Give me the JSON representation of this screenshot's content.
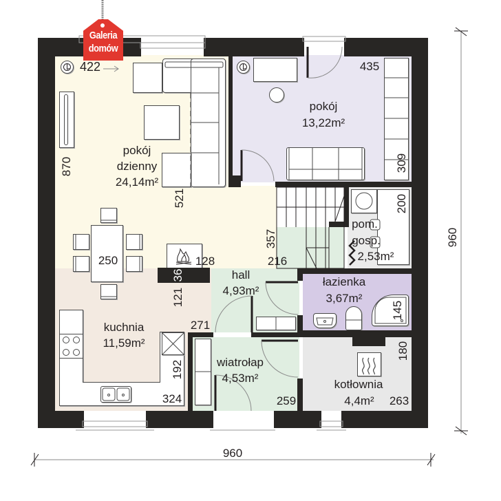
{
  "brand": {
    "line1": "Galeria",
    "line2": "domów",
    "color": "#e2382f"
  },
  "colors": {
    "wall": "#282624",
    "living_room": "#fdf9e7",
    "room": "#e9e6f2",
    "kitchen": "#f3eae1",
    "hall": "#e0eee1",
    "vestibule": "#e0eee1",
    "bathroom": "#d6cbe6",
    "boiler_room": "#e8e8e8",
    "utility_room": "#ebebeb"
  },
  "rooms": {
    "living": {
      "name_line1": "pokój",
      "name_line2": "dzienny",
      "area": "24,14m²"
    },
    "room": {
      "name": "pokój",
      "area": "13,22m²"
    },
    "kitchen": {
      "name": "kuchnia",
      "area": "11,59m²"
    },
    "hall": {
      "name": "hall",
      "area": "4,93m²"
    },
    "vestibule": {
      "name": "wiatrołap",
      "area": "4,53m²"
    },
    "bathroom": {
      "name": "łazienka",
      "area": "3,67m²"
    },
    "boiler": {
      "name": "kotłownia",
      "area": "4,4m²"
    },
    "utility": {
      "name_line1": "pom.",
      "name_line2": "gosp.",
      "area": "2,53m²"
    }
  },
  "dimensions": {
    "living_height_422": "422",
    "living_870": "870",
    "living_521": "521",
    "dining_250": "250",
    "fireplace_128": "128",
    "chimney_36": "36",
    "chimney_121": "121",
    "stairs_357": "357",
    "stairs_216": "216",
    "hall_271": "271",
    "kitchen_192": "192",
    "kitchen_324": "324",
    "vestibule_259": "259",
    "room_435": "435",
    "room_309": "309",
    "utility_200": "200",
    "shower_145": "145",
    "boiler_180": "180",
    "boiler_263": "263",
    "overall_width": "960",
    "overall_height": "960"
  }
}
